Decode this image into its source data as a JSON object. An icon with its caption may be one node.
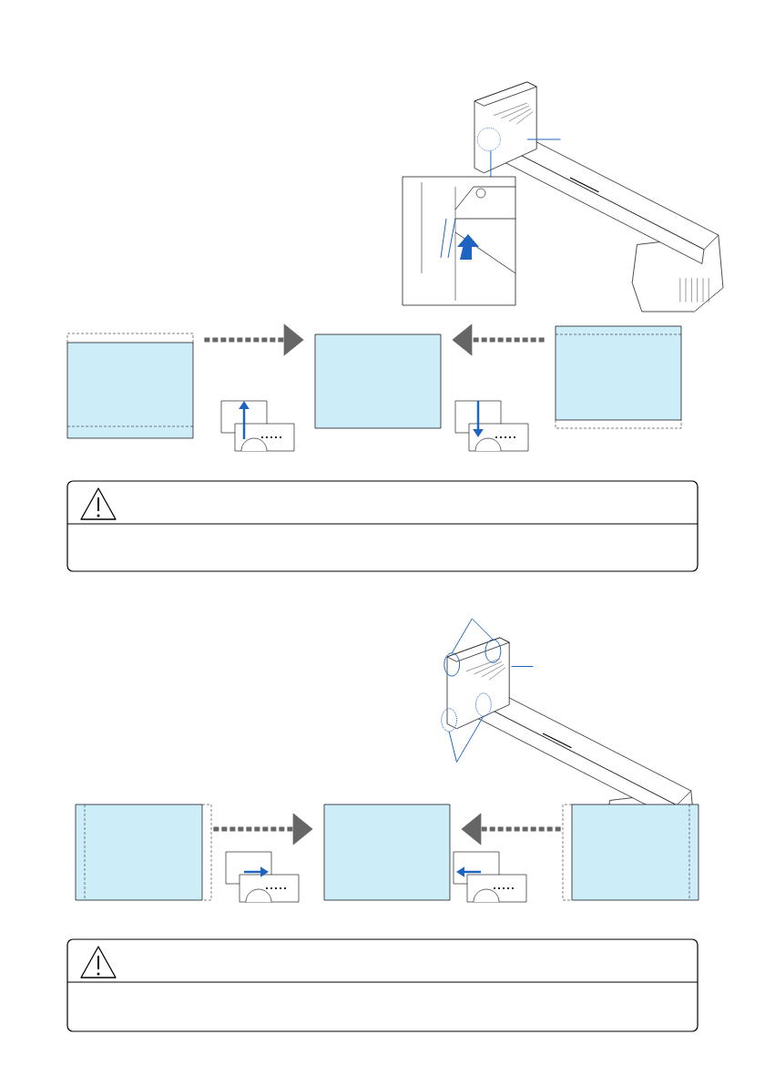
{
  "diagram": {
    "nodes": [
      {
        "text": [],
        "shape": "box"
      },
      {
        "text": [],
        "shape": "box"
      },
      {
        "text": [],
        "shape": "box"
      },
      {
        "text": [],
        "shape": "box"
      },
      {
        "text": [],
        "shape": "box"
      },
      {
        "text": [],
        "shape": "box"
      }
    ],
    "edges": [
      {
        "from": 0,
        "to": 1,
        "arrow": "to",
        "style": "dashed"
      },
      {
        "from": 2,
        "to": 1,
        "arrow": "to",
        "style": "dashed"
      },
      {
        "from": 3,
        "to": 4,
        "arrow": "to",
        "style": "dashed"
      },
      {
        "from": 5,
        "to": 4,
        "arrow": "to",
        "style": "dashed"
      }
    ]
  }
}
